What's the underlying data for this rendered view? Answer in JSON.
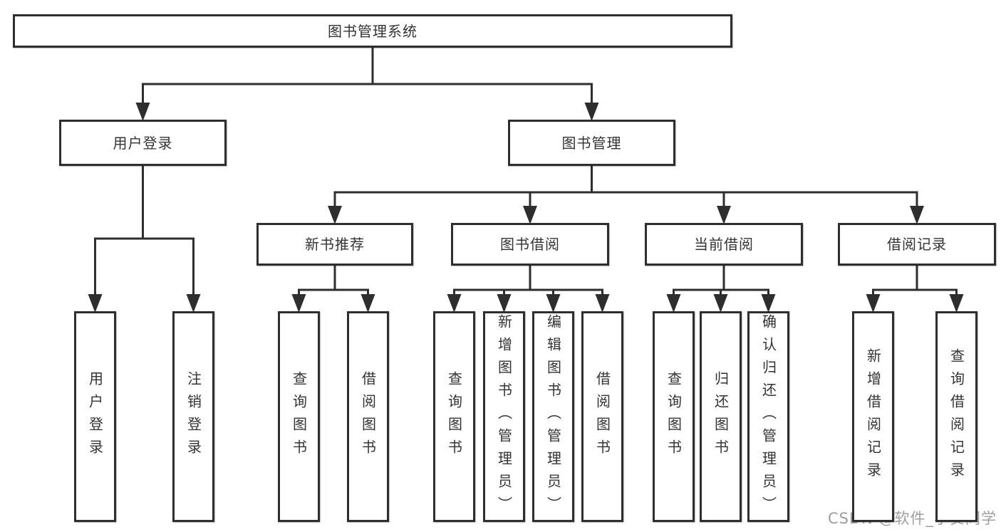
{
  "diagram": {
    "title": "图书管理系统",
    "watermark": "CSDN @软件_小贺同学",
    "colors": {
      "line": "#2e2e2e",
      "box_border": "#2e2e2e",
      "text": "#333333",
      "watermark": "#9e9e9e",
      "background": "#ffffff"
    },
    "nodes": [
      {
        "id": "library-system",
        "label": "图书管理系统",
        "level": 1,
        "orientation": "horizontal",
        "parent": null
      },
      {
        "id": "user-login",
        "label": "用户登录",
        "level": 2,
        "orientation": "horizontal",
        "parent": "library-system"
      },
      {
        "id": "book-management",
        "label": "图书管理",
        "level": 2,
        "orientation": "horizontal",
        "parent": "library-system"
      },
      {
        "id": "new-book-recommend",
        "label": "新书推荐",
        "level": 3,
        "orientation": "horizontal",
        "parent": "book-management"
      },
      {
        "id": "book-borrowing",
        "label": "图书借阅",
        "level": 3,
        "orientation": "horizontal",
        "parent": "book-management"
      },
      {
        "id": "current-borrowing",
        "label": "当前借阅",
        "level": 3,
        "orientation": "horizontal",
        "parent": "book-management"
      },
      {
        "id": "borrowing-records",
        "label": "借阅记录",
        "level": 3,
        "orientation": "horizontal",
        "parent": "book-management"
      },
      {
        "id": "user-login-action",
        "label": "用户登录",
        "level": 4,
        "orientation": "vertical",
        "parent": "user-login"
      },
      {
        "id": "logout-action",
        "label": "注销登录",
        "level": 4,
        "orientation": "vertical",
        "parent": "user-login"
      },
      {
        "id": "query-books-recommend",
        "label": "查询图书",
        "level": 4,
        "orientation": "vertical",
        "parent": "new-book-recommend"
      },
      {
        "id": "borrow-books-recommend",
        "label": "借阅图书",
        "level": 4,
        "orientation": "vertical",
        "parent": "new-book-recommend"
      },
      {
        "id": "query-books-borrowing",
        "label": "查询图书",
        "level": 4,
        "orientation": "vertical",
        "parent": "book-borrowing"
      },
      {
        "id": "add-book-admin",
        "label": "新增图书（管理员）",
        "level": 4,
        "orientation": "vertical",
        "parent": "book-borrowing"
      },
      {
        "id": "edit-book-admin",
        "label": "编辑图书（管理员）",
        "level": 4,
        "orientation": "vertical",
        "parent": "book-borrowing"
      },
      {
        "id": "borrow-books-borrowing",
        "label": "借阅图书",
        "level": 4,
        "orientation": "vertical",
        "parent": "book-borrowing"
      },
      {
        "id": "query-books-current",
        "label": "查询图书",
        "level": 4,
        "orientation": "vertical",
        "parent": "current-borrowing"
      },
      {
        "id": "return-books",
        "label": "归还图书",
        "level": 4,
        "orientation": "vertical",
        "parent": "current-borrowing"
      },
      {
        "id": "confirm-return-admin",
        "label": "确认归还（管理员）",
        "level": 4,
        "orientation": "vertical",
        "parent": "current-borrowing"
      },
      {
        "id": "add-borrow-record",
        "label": "新增借阅记录",
        "level": 4,
        "orientation": "vertical",
        "parent": "borrowing-records"
      },
      {
        "id": "query-borrow-record",
        "label": "查询借阅记录",
        "level": 4,
        "orientation": "vertical",
        "parent": "borrowing-records"
      }
    ]
  }
}
